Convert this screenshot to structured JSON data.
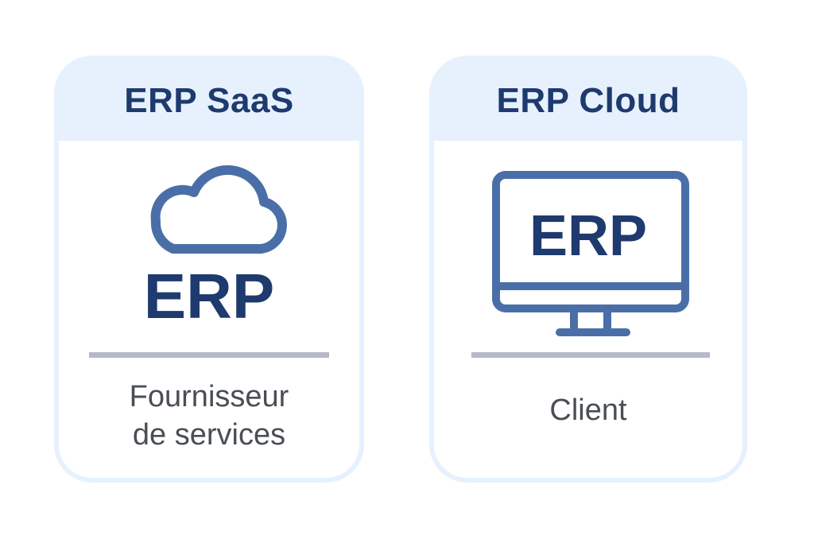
{
  "cards": [
    {
      "title": "ERP SaaS",
      "icon": "cloud-icon",
      "label": "ERP",
      "subtitle_line1": "Fournisseur",
      "subtitle_line2": "de services"
    },
    {
      "title": "ERP Cloud",
      "icon": "monitor-icon",
      "label": "ERP",
      "subtitle_line1": "Client"
    }
  ],
  "colors": {
    "header_bg": "#e6f1fd",
    "title": "#1e3a6e",
    "icon": "#4a6fa8",
    "divider": "#b6bac6",
    "subtitle": "#4a4e55"
  }
}
